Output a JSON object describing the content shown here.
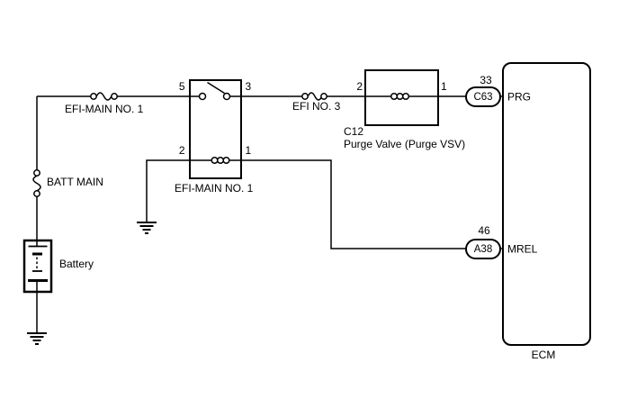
{
  "colors": {
    "line": "#000000",
    "background": "#ffffff"
  },
  "diagram": {
    "efi_main_fuse": {
      "label": "EFI-MAIN NO. 1"
    },
    "batt_main_fuse": {
      "label": "BATT MAIN"
    },
    "battery": {
      "label": "Battery"
    },
    "relay": {
      "label": "EFI-MAIN NO. 1",
      "pin5": "5",
      "pin3": "3",
      "pin2": "2",
      "pin1": "1"
    },
    "efi_no3_fuse": {
      "label": "EFI NO. 3"
    },
    "purge_valve": {
      "code": "C12",
      "name": "Purge Valve (Purge VSV)",
      "pin2": "2",
      "pin1": "1"
    },
    "ecm": {
      "label": "ECM",
      "prg_pin": {
        "number": "33",
        "connector": "C63",
        "signal": "PRG"
      },
      "mrel_pin": {
        "number": "46",
        "connector": "A38",
        "signal": "MREL"
      }
    }
  }
}
